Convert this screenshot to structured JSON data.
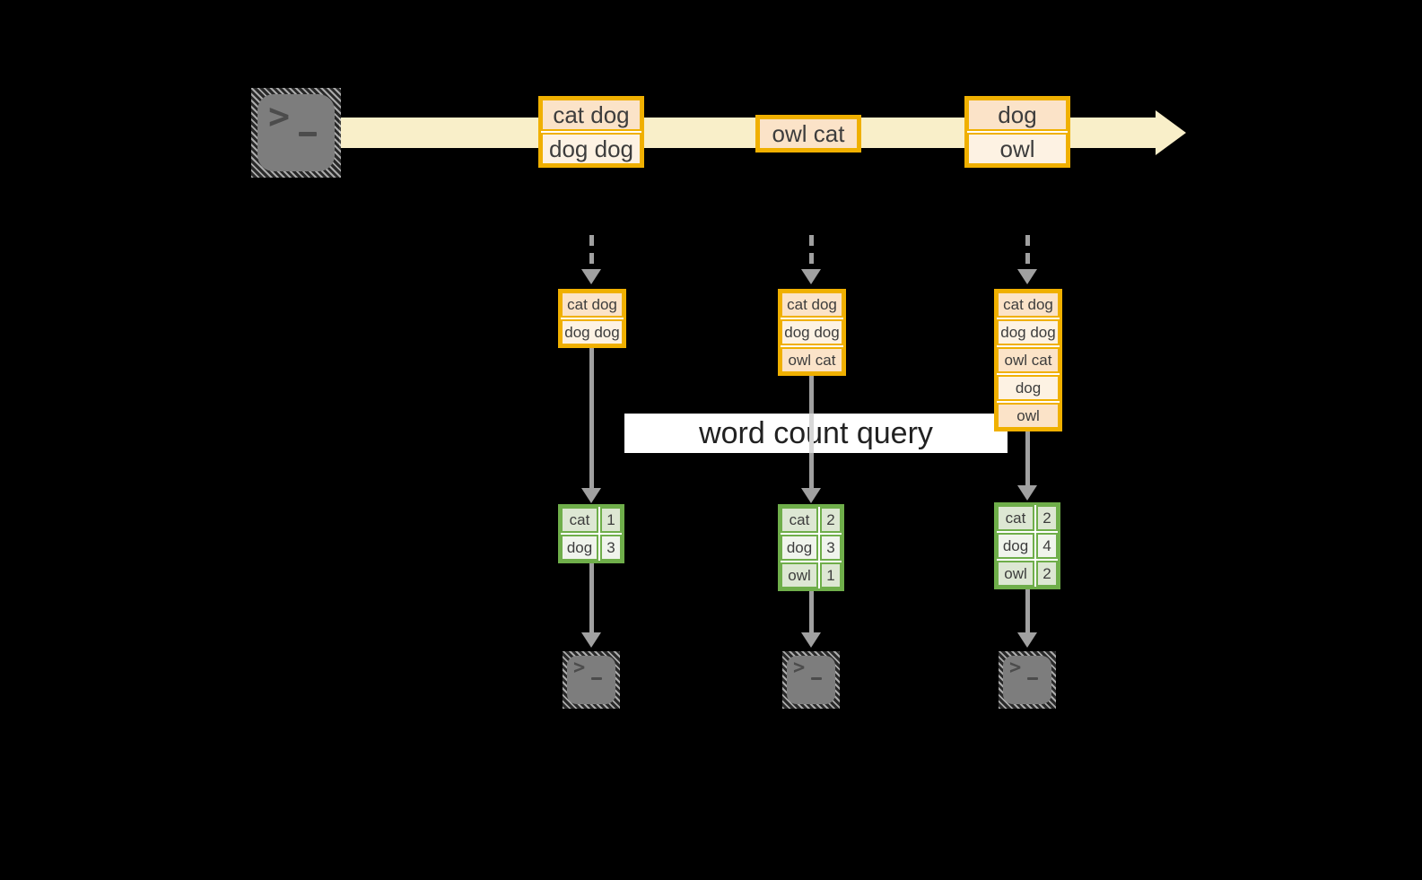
{
  "diagram": {
    "query_label": "word count query",
    "stream": {
      "source_icon": "terminal-icon",
      "events": [
        {
          "lines": [
            "cat dog",
            "dog dog"
          ]
        },
        {
          "lines": [
            "owl cat"
          ]
        },
        {
          "lines": [
            "dog",
            "owl"
          ]
        }
      ]
    },
    "columns": [
      {
        "buffer": [
          "cat dog",
          "dog dog"
        ],
        "counts": [
          {
            "word": "cat",
            "count": "1"
          },
          {
            "word": "dog",
            "count": "3"
          }
        ],
        "sink_icon": "terminal-icon"
      },
      {
        "buffer": [
          "cat dog",
          "dog dog",
          "owl cat"
        ],
        "counts": [
          {
            "word": "cat",
            "count": "2"
          },
          {
            "word": "dog",
            "count": "3"
          },
          {
            "word": "owl",
            "count": "1"
          }
        ],
        "sink_icon": "terminal-icon"
      },
      {
        "buffer": [
          "cat dog",
          "dog dog",
          "owl cat",
          "dog",
          "owl"
        ],
        "counts": [
          {
            "word": "cat",
            "count": "2"
          },
          {
            "word": "dog",
            "count": "4"
          },
          {
            "word": "owl",
            "count": "2"
          }
        ],
        "sink_icon": "terminal-icon"
      }
    ],
    "colors": {
      "background": "#000000",
      "accent_gold": "#f0b000",
      "fill_peach": "#fbe3c8",
      "fill_cream": "#fdf2e3",
      "stream_band": "#f9efc9",
      "green_border": "#6fae4a",
      "green_fill": "#dde7d3",
      "green_fill_light": "#f0f4ec",
      "arrow_gray": "#a0a0a0",
      "terminal_gray": "#7d7d7d",
      "label_bg": "#ffffff"
    }
  }
}
